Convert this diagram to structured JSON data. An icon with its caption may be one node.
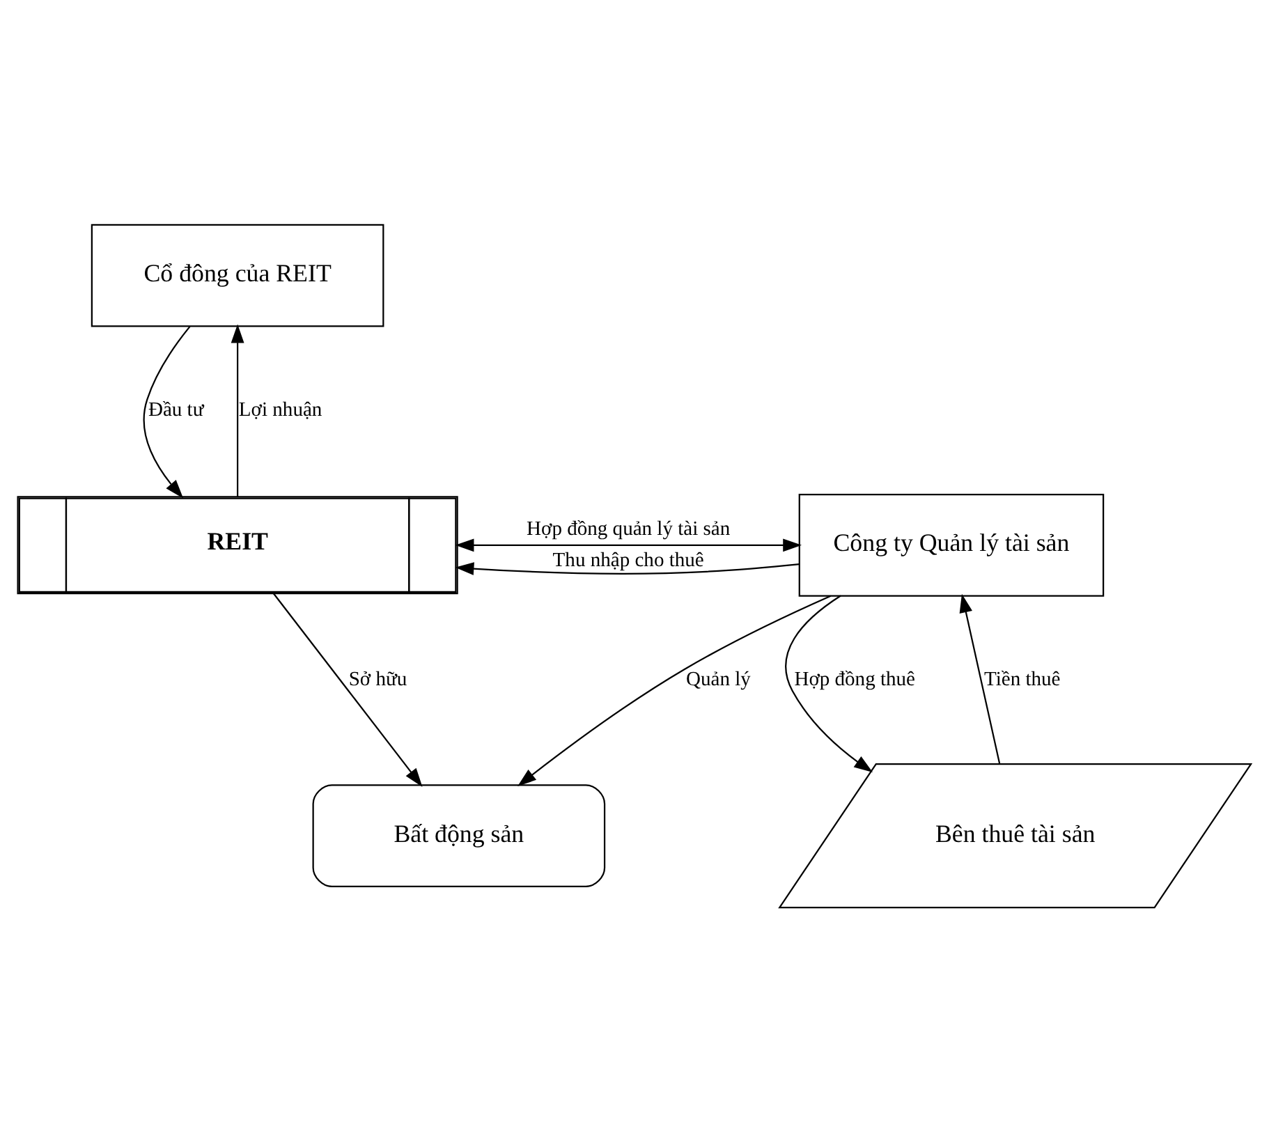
{
  "diagram": {
    "nodes": [
      {
        "text": [
          "Cổ đông của REIT"
        ]
      },
      {
        "text": [
          "REIT"
        ]
      },
      {
        "text": [
          "Công ty Quản lý tài sản"
        ]
      },
      {
        "text": [
          "Bất động sản"
        ]
      },
      {
        "text": [
          "Bên thuê tài sản"
        ]
      }
    ],
    "edges": [
      {
        "from": 1,
        "to": 0,
        "arrow": "to",
        "label": "Lợi nhuận"
      },
      {
        "from": 0,
        "to": 1,
        "arrow": "to",
        "label": "Đầu tư"
      },
      {
        "from": 2,
        "to": 1,
        "arrow": "to",
        "label": "Thu nhập cho thuê"
      },
      {
        "from": 1,
        "to": 2,
        "arrow": "both",
        "label": "Hợp đồng quản lý tài sản"
      },
      {
        "from": 1,
        "to": 3,
        "arrow": "to",
        "label": "Sở hữu"
      },
      {
        "from": 2,
        "to": 3,
        "arrow": "to",
        "label": "Quản lý"
      },
      {
        "from": 2,
        "to": 4,
        "arrow": "to",
        "label": "Hợp đồng thuê"
      },
      {
        "from": 4,
        "to": 2,
        "arrow": "to",
        "label": "Tiền thuê"
      }
    ]
  }
}
